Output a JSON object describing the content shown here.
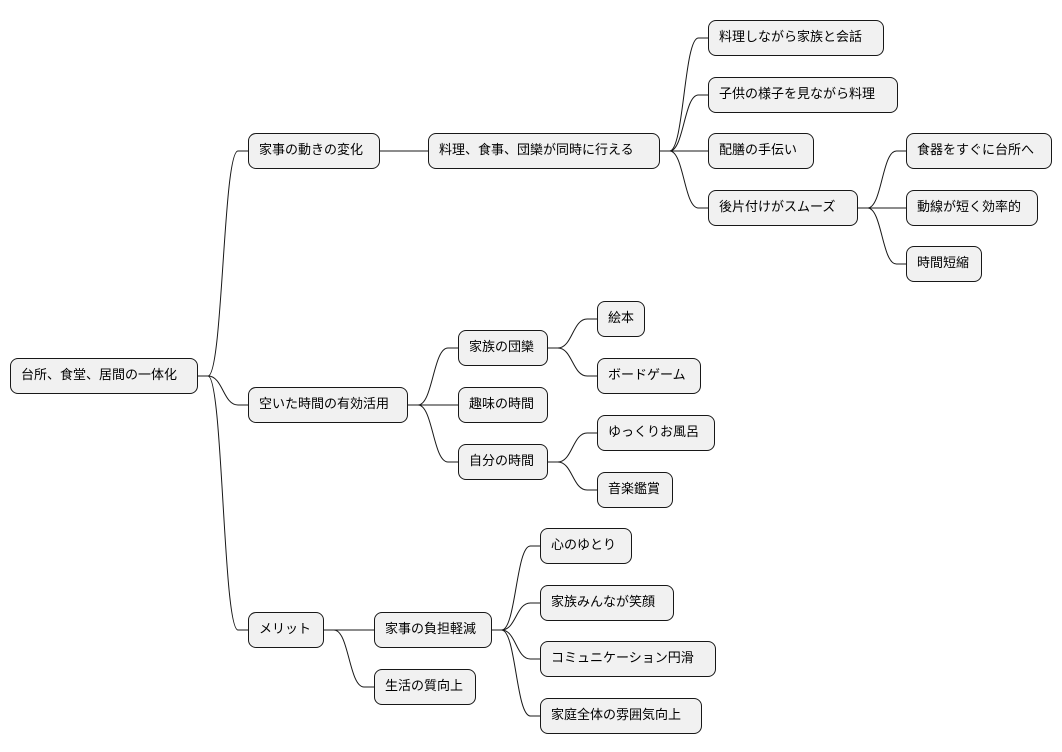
{
  "root": {
    "label": "台所、食堂、居間の一体化",
    "children": [
      {
        "label": "家事の動きの変化",
        "children": [
          {
            "label": "料理、食事、団欒が同時に行える",
            "children": [
              {
                "label": "料理しながら家族と会話"
              },
              {
                "label": "子供の様子を見ながら料理"
              },
              {
                "label": "配膳の手伝い"
              },
              {
                "label": "後片付けがスムーズ",
                "children": [
                  {
                    "label": "食器をすぐに台所へ"
                  },
                  {
                    "label": "動線が短く効率的"
                  },
                  {
                    "label": "時間短縮"
                  }
                ]
              }
            ]
          }
        ]
      },
      {
        "label": "空いた時間の有効活用",
        "children": [
          {
            "label": "家族の団欒",
            "children": [
              {
                "label": "絵本"
              },
              {
                "label": "ボードゲーム"
              }
            ]
          },
          {
            "label": "趣味の時間"
          },
          {
            "label": "自分の時間",
            "children": [
              {
                "label": "ゆっくりお風呂"
              },
              {
                "label": "音楽鑑賞"
              }
            ]
          }
        ]
      },
      {
        "label": "メリット",
        "children": [
          {
            "label": "家事の負担軽減",
            "children": [
              {
                "label": "心のゆとり"
              },
              {
                "label": "家族みんなが笑顔"
              },
              {
                "label": "コミュニケーション円滑"
              },
              {
                "label": "家庭全体の雰囲気向上"
              }
            ]
          },
          {
            "label": "生活の質向上"
          }
        ]
      }
    ]
  }
}
